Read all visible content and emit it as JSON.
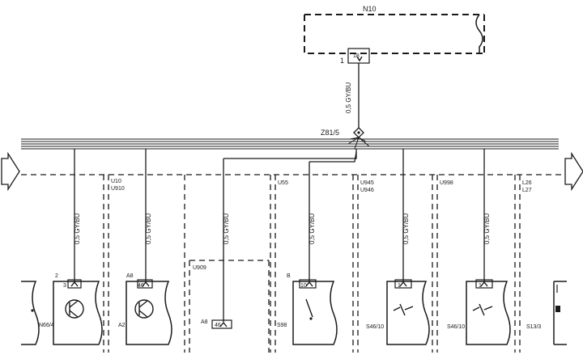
{
  "top_module": {
    "label": "N10",
    "connector": "1",
    "pin": "18"
  },
  "vertical_wire": {
    "label": "0,5 GY/BU"
  },
  "splice": {
    "label": "Z81/5"
  },
  "sections": [
    {
      "name": "section-1",
      "labels": []
    },
    {
      "name": "section-2",
      "labels": [
        "U10",
        "U910"
      ]
    },
    {
      "name": "section-3",
      "labels": []
    },
    {
      "name": "section-4",
      "labels": [
        "U55"
      ]
    },
    {
      "name": "section-5",
      "labels": [
        "U945",
        "U946"
      ]
    },
    {
      "name": "section-6",
      "labels": [
        "U998"
      ]
    },
    {
      "name": "section-7",
      "labels": [
        "L26",
        "L27"
      ]
    }
  ],
  "sub_box": {
    "label": "U909"
  },
  "branches": [
    {
      "wire": "0,5 GY/BU",
      "connector": "2",
      "pin": "3",
      "component": "N66/4"
    },
    {
      "wire": "0,5 GY/BU",
      "connector": "A8",
      "pin": "46",
      "component": "A2"
    },
    {
      "wire": "0,5 GY/BU",
      "connector": "A8",
      "pin": "46",
      "component": ""
    },
    {
      "wire": "0,5 GY/BU",
      "connector": "B",
      "pin": "10",
      "component": "S98"
    },
    {
      "wire": "0,5 GY/BU",
      "connector": "",
      "pin": "1",
      "component": "S46/10"
    },
    {
      "wire": "0,5 GY/BU",
      "connector": "",
      "pin": "1",
      "component": "S46/10"
    },
    {
      "wire": "",
      "connector": "",
      "pin": "",
      "component": "S13/3"
    }
  ]
}
